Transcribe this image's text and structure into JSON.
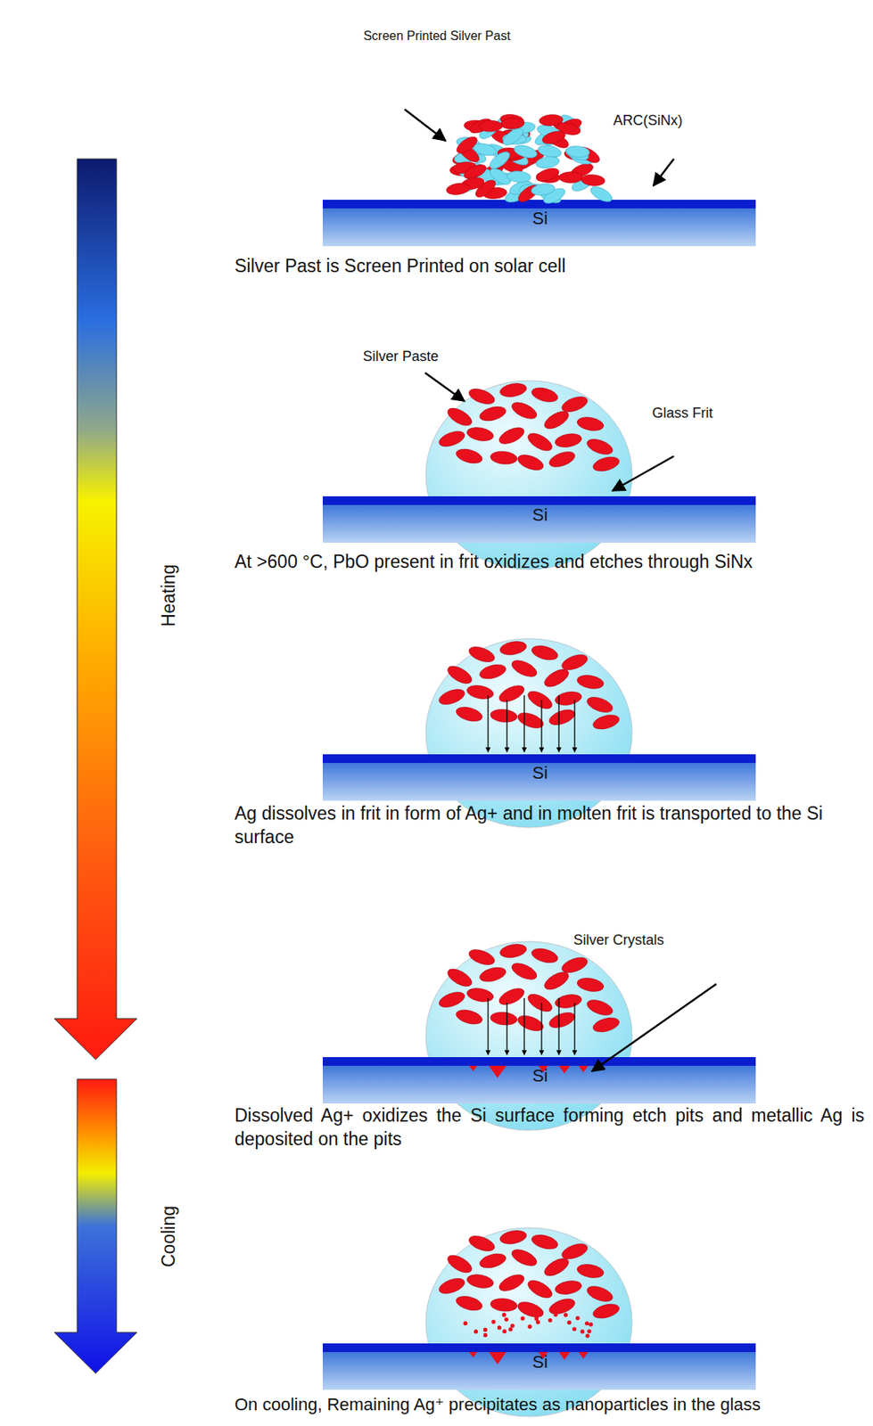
{
  "diagram": {
    "labels": [
      "Screen Printed Silver Past",
      "ARC(SiNx)",
      "Si",
      "Silver Past is Screen Printed on solar cell",
      "Silver Paste",
      "Glass Frit",
      "Si",
      "At >600 °C, PbO present in frit oxidizes and etches through SiNx",
      "Si",
      "Ag dissolves in frit in form of Ag+ and in molten frit is transported to the Si surface",
      "Silver Crystals",
      "Si",
      "Dissolved Ag+ oxidizes the Si surface forming etch pits and metallic Ag is deposited on the pits",
      "Si",
      "On cooling, Remaining Ag⁺ precipitates as nanoparticles in the glass",
      "Heating",
      "Cooling"
    ]
  }
}
